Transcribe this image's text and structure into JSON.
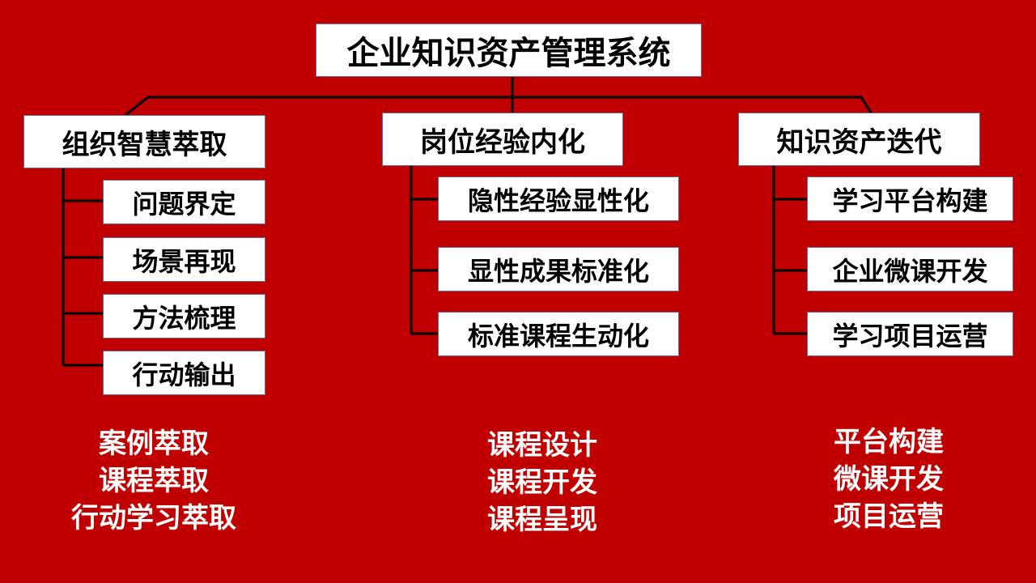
{
  "root": "企业知识资产管理系统",
  "columns": [
    {
      "title": "组织智慧萃取",
      "items": [
        "问题界定",
        "场景再现",
        "方法梳理",
        "行动输出"
      ],
      "summary": [
        "案例萃取",
        "课程萃取",
        "行动学习萃取"
      ]
    },
    {
      "title": "岗位经验内化",
      "items": [
        "隐性经验显性化",
        "显性成果标准化",
        "标准课程生动化"
      ],
      "summary": [
        "课程设计",
        "课程开发",
        "课程呈现"
      ]
    },
    {
      "title": "知识资产迭代",
      "items": [
        "学习平台构建",
        "企业微课开发",
        "学习项目运营"
      ],
      "summary": [
        "平台构建",
        "微课开发",
        "项目运营"
      ]
    }
  ],
  "colors": {
    "background": "#C00000",
    "box": "#FFFFFF",
    "border": "#6B6B8A",
    "line": "#000000",
    "summary_text": "#FFFFFF"
  }
}
